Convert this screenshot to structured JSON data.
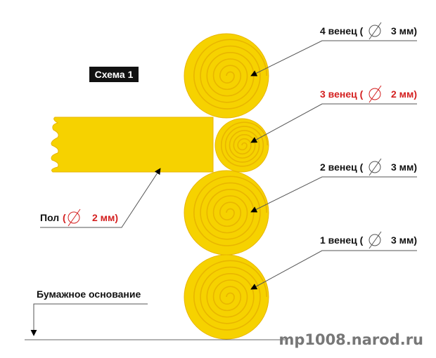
{
  "title": "Схема 1",
  "labels": {
    "row4": {
      "prefix": "4 венец (",
      "value": "3 мм)"
    },
    "row3": {
      "prefix": "3 венец (",
      "value": "2 мм)"
    },
    "row2": {
      "prefix": "2 венец (",
      "value": "3 мм)"
    },
    "row1": {
      "prefix": "1 венец (",
      "value": "3 мм)"
    },
    "floor": {
      "prefix": "Пол",
      "open": "(",
      "value": "2 мм)"
    },
    "base": "Бумажное основание"
  },
  "watermark": "mp1008.narod.ru",
  "colors": {
    "wood": "#f6d200",
    "ring": "#e9b600",
    "highlight": "#d42020",
    "line": "#555555"
  }
}
